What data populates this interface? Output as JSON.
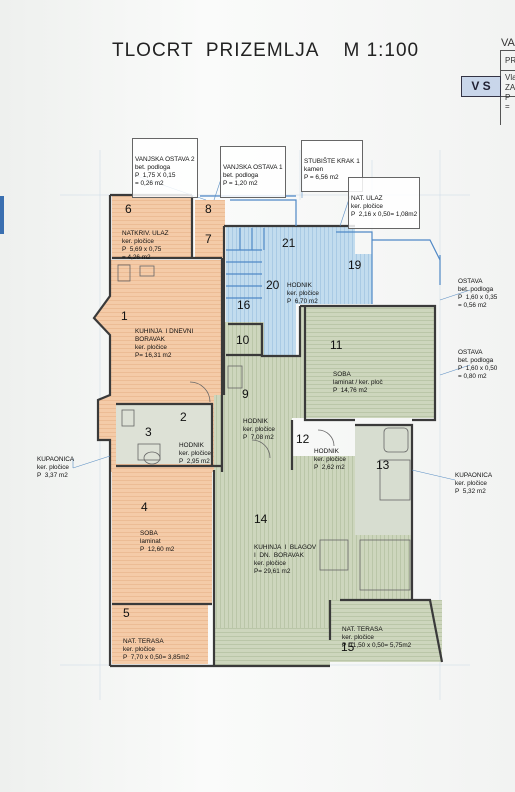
{
  "title": "TLOCRT  PRIZEMLJA    M 1:100",
  "title_block": {
    "cut_text_1": "VA",
    "cut_text_2": "PR",
    "cut_text_3": "Vla",
    "cut_text_4": "ZA",
    "cut_text_5": "P =",
    "logo": "V S"
  },
  "rooms": [
    {
      "num": "1",
      "lines": [
        "KUHINJA  I DNEVNI",
        "BORAVAK",
        "ker. pločice",
        "P= 16,31 m2"
      ]
    },
    {
      "num": "2",
      "lines": [
        "HODNIK",
        "ker. pločice",
        "P  2,95 m2"
      ]
    },
    {
      "num": "3",
      "lines": []
    },
    {
      "num": "4",
      "lines": [
        "SOBA",
        "laminat",
        "P  12,60 m2"
      ]
    },
    {
      "num": "5",
      "lines": [
        "NAT. TERASA",
        "ker. pločice",
        "P  7,70 x 0,50= 3,85m2"
      ]
    },
    {
      "num": "6",
      "lines": []
    },
    {
      "num": "7",
      "lines": []
    },
    {
      "num": "8",
      "lines": []
    },
    {
      "num": "9",
      "lines": [
        "HODNIK",
        "ker. pločice",
        "P  7,08 m2"
      ]
    },
    {
      "num": "10",
      "lines": []
    },
    {
      "num": "11",
      "lines": [
        "SOBA",
        "laminat / ker. ploč",
        "P  14,76 m2"
      ]
    },
    {
      "num": "12",
      "lines": [
        "HODNIK",
        "ker. pločice",
        "P  2,62 m2"
      ]
    },
    {
      "num": "13",
      "lines": []
    },
    {
      "num": "14",
      "lines": [
        "KUHINJA  I  BLAGOV",
        "I  DN.  BORAVAK",
        "ker. pločice",
        "P= 29,61 m2"
      ]
    },
    {
      "num": "15",
      "lines": []
    },
    {
      "num": "16",
      "lines": []
    },
    {
      "num": "19",
      "lines": []
    },
    {
      "num": "20",
      "lines": [
        "HODNIK",
        "ker. pločice",
        "P  6,70 m2"
      ]
    },
    {
      "num": "21",
      "lines": []
    }
  ],
  "callouts": {
    "vanjska_ostava_2": [
      "VANJSKA OSTAVA 2",
      "bet. podloga",
      "P  1,75 X 0,15",
      "= 0,26 m2"
    ],
    "vanjska_ostava_1": [
      "VANJSKA OSTAVA 1",
      "bet. podloga",
      "P = 1,20 m2"
    ],
    "stubiste": [
      "STUBIŠTE KRAK 1",
      "kamen",
      "P = 6,56 m2"
    ],
    "nat_ulaz": [
      "NAT. ULAZ",
      "ker. pločice",
      "P  2,16 x 0,50= 1,08m2"
    ],
    "natkriv_ulaz": [
      "NATKRIV. ULAZ",
      "ker. pločice",
      "P  5,69 x 0,75",
      "= 4,26 m2"
    ],
    "ostava_1": [
      "OSTAVA",
      "bet. podloga",
      "P  1,60 x 0,35",
      "= 0,56 m2"
    ],
    "ostava_2": [
      "OSTAVA",
      "bet. podloga",
      "P  1,60 x 0,50",
      "= 0,80 m2"
    ],
    "kupaonica_left": [
      "KUPAONICA",
      "ker. pločice",
      "P  3,37 m2"
    ],
    "kupaonica_right": [
      "KUPAONICA",
      "ker. pločice",
      "P  5,32 m2"
    ],
    "nat_terasa_right": [
      "NAT. TERASA",
      "ker. pločice",
      "P  11,50 x 0,50= 5,75m2"
    ]
  },
  "colors": {
    "orange_fill": "#f3c7a0",
    "green_fill": "#c9d2b8",
    "blue_fill": "#b9d6ea",
    "grey_fill": "#c9cfc6",
    "wall": "#3b3b3b",
    "blue_line": "#4f88c6"
  }
}
